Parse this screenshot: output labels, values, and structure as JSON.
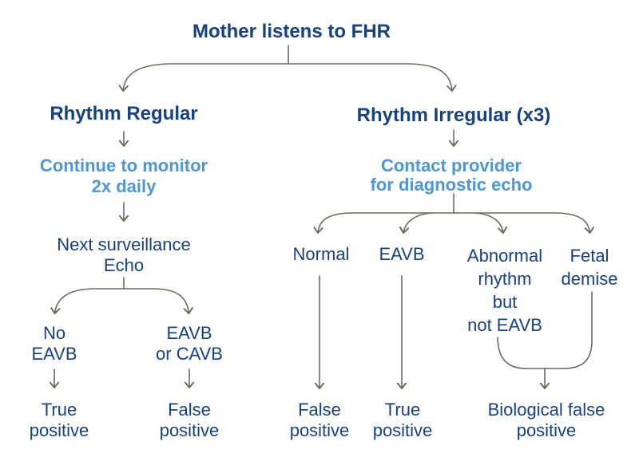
{
  "colors": {
    "navy": "#17417f",
    "blue": "#4f96d3",
    "line": "#6e685e",
    "background": "#ffffff"
  },
  "diagram": {
    "title": "Mother listens to FHR",
    "regular_branch": {
      "header": "Rhythm Regular",
      "monitor": [
        "Continue to monitor",
        "2x daily"
      ],
      "surveillance_echo": [
        "Next surveillance",
        "Echo"
      ],
      "outcome_no_eavb": [
        "No",
        "EAVB"
      ],
      "outcome_eavb_cavb": [
        "EAVB",
        "or CAVB"
      ],
      "result_true_positive": [
        "True",
        "positive"
      ],
      "result_false_positive": [
        "False",
        "positive"
      ]
    },
    "irregular_branch": {
      "header": "Rhythm Irregular (x3)",
      "contact": [
        "Contact provider",
        "for diagnostic echo"
      ],
      "outcome_normal": "Normal",
      "outcome_eavb": "EAVB",
      "outcome_abnormal": [
        "Abnormal",
        "rhythm",
        "but",
        "not EAVB"
      ],
      "outcome_fetal_demise": [
        "Fetal",
        "demise"
      ],
      "result_false_positive": [
        "False",
        "positive"
      ],
      "result_true_positive": [
        "True",
        "positive"
      ],
      "result_biological": [
        "Biological false",
        "positive"
      ]
    }
  }
}
